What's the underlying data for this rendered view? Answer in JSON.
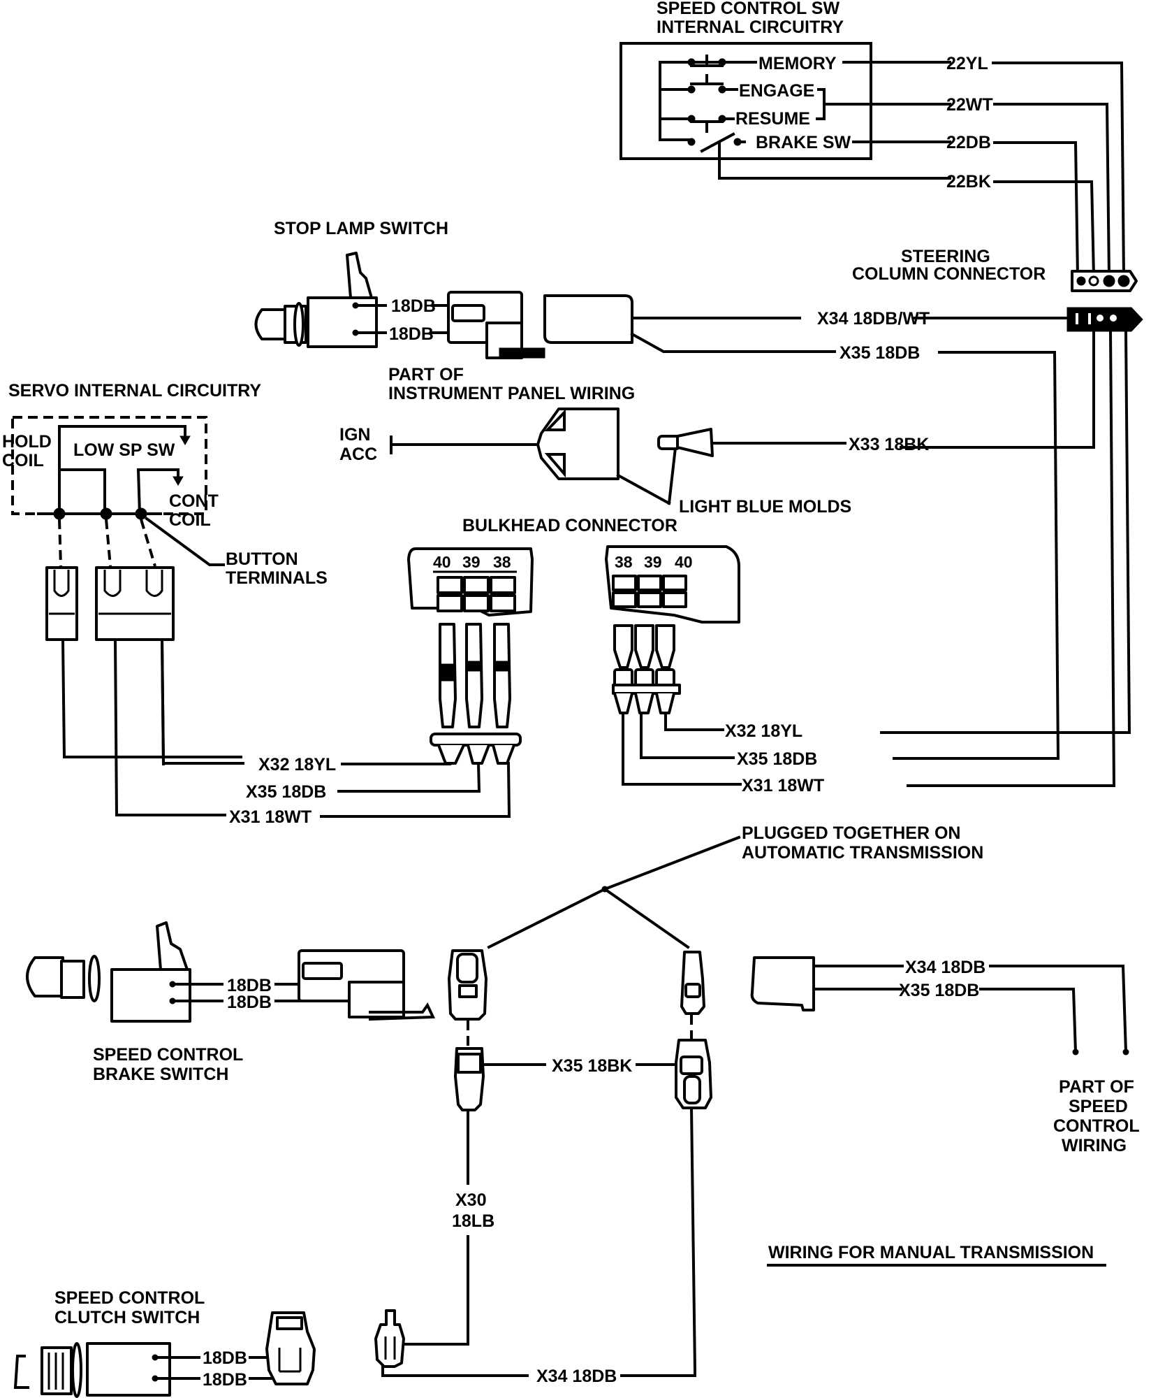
{
  "diagram": {
    "title": "WIRING FOR MANUAL TRANSMISSION",
    "speed_control_sw": {
      "title_line1": "SPEED CONTROL SW",
      "title_line2": "INTERNAL CIRCUITRY",
      "switches": [
        "MEMORY",
        "ENGAGE",
        "RESUME",
        "BRAKE SW"
      ],
      "wires": [
        "22YL",
        "22WT",
        "22DB",
        "22BK"
      ]
    },
    "steering_column_connector": {
      "line1": "STEERING",
      "line2": "COLUMN CONNECTOR"
    },
    "stop_lamp_switch": {
      "title": "STOP LAMP SWITCH",
      "wires": [
        "18DB",
        "18DB"
      ],
      "out_wires": [
        "X34 18DB/WT",
        "X35 18DB"
      ]
    },
    "instrument_panel": {
      "line1": "PART OF",
      "line2": "INSTRUMENT PANEL WIRING",
      "ign_line1": "IGN",
      "ign_line2": "ACC",
      "x33": "X33 18BK",
      "molds": "LIGHT BLUE MOLDS"
    },
    "servo": {
      "title": "SERVO INTERNAL CIRCUITRY",
      "hold_line1": "HOLD",
      "hold_line2": "COIL",
      "low_sp_sw": "LOW SP SW",
      "cont_line1": "CONT",
      "cont_line2": "COIL",
      "button_line1": "BUTTON",
      "button_line2": "TERMINALS"
    },
    "bulkhead": {
      "title": "BULKHEAD CONNECTOR",
      "left_pins": [
        "40",
        "39",
        "38"
      ],
      "right_pins": [
        "38",
        "39",
        "40"
      ],
      "left_wires": [
        "X32 18YL",
        "X35 18DB",
        "X31 18WT"
      ],
      "right_wires": [
        "X32 18YL",
        "X35 18DB",
        "X31 18WT"
      ]
    },
    "plugged": {
      "line1": "PLUGGED TOGETHER ON",
      "line2": "AUTOMATIC TRANSMISSION"
    },
    "brake_switch": {
      "line1": "SPEED CONTROL",
      "line2": "BRAKE SWITCH",
      "wires": [
        "18DB",
        "18DB"
      ]
    },
    "connector_link": "X35 18BK",
    "speed_control_wiring": {
      "wires": [
        "X34 18DB",
        "X35 18DB"
      ],
      "line1": "PART OF",
      "line2": "SPEED",
      "line3": "CONTROL",
      "line4": "WIRING"
    },
    "x30": {
      "line1": "X30",
      "line2": "18LB"
    },
    "clutch_switch": {
      "line1": "SPEED CONTROL",
      "line2": "CLUTCH SWITCH",
      "wires": [
        "18DB",
        "18DB"
      ],
      "out_wire": "X34 18DB"
    }
  }
}
